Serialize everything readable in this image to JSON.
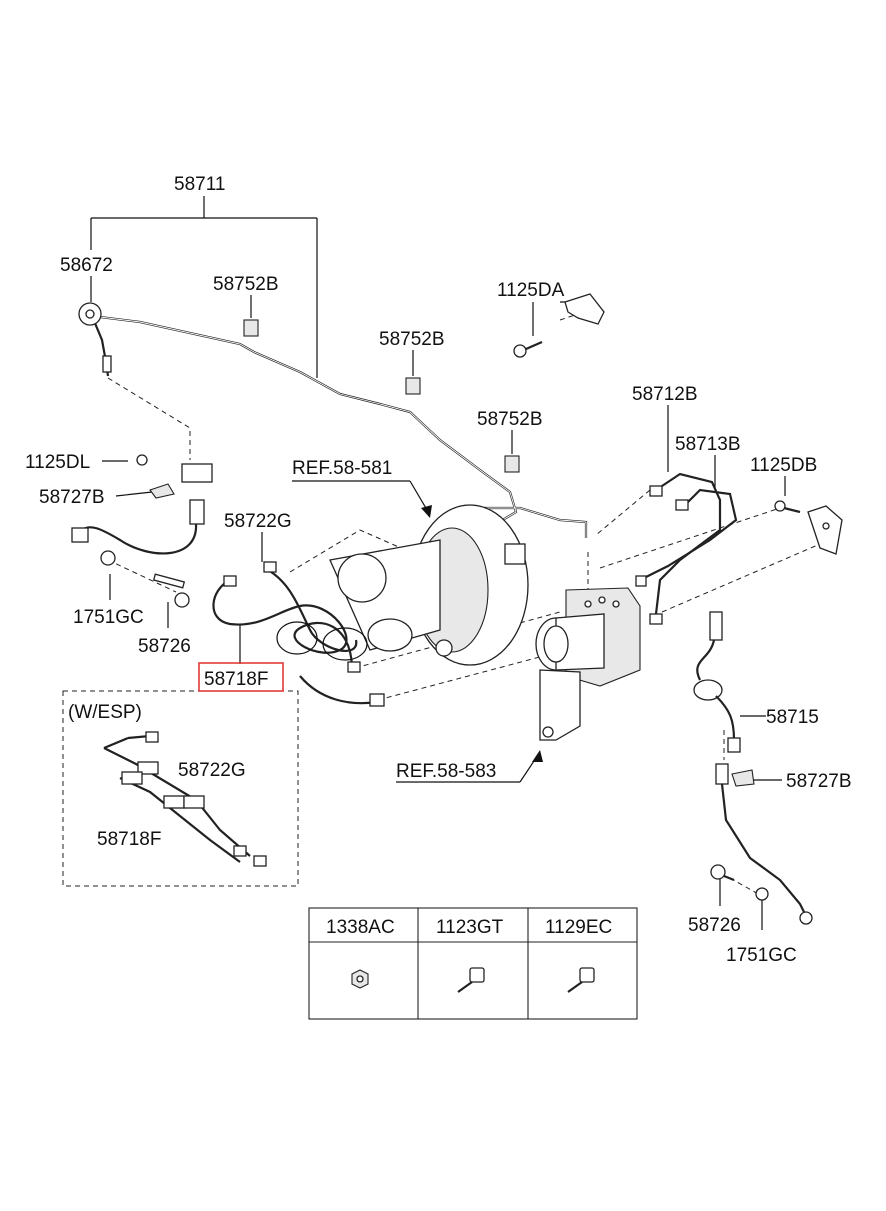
{
  "labels": {
    "l58711": "58711",
    "l58672": "58672",
    "l58752b_1": "58752B",
    "l58752b_2": "58752B",
    "l58752b_3": "58752B",
    "l1125da": "1125DA",
    "l58712b": "58712B",
    "l58713b": "58713B",
    "l1125db": "1125DB",
    "l1125dl": "1125DL",
    "l58727b_1": "58727B",
    "l58727b_2": "58727B",
    "lref581": "REF.58-581",
    "l58722g_1": "58722G",
    "l58722g_2": "58722G",
    "l1751gc_1": "1751GC",
    "l1751gc_2": "1751GC",
    "l58726_1": "58726",
    "l58726_2": "58726",
    "l58718f_1": "58718F",
    "l58718f_2": "58718F",
    "lwesp": "(W/ESP)",
    "l58715": "58715",
    "lref583": "REF.58-583"
  },
  "table": {
    "headers": [
      "1338AC",
      "1123GT",
      "1129EC"
    ]
  },
  "colors": {
    "highlight": "#e23a3a",
    "line": "#111111"
  }
}
